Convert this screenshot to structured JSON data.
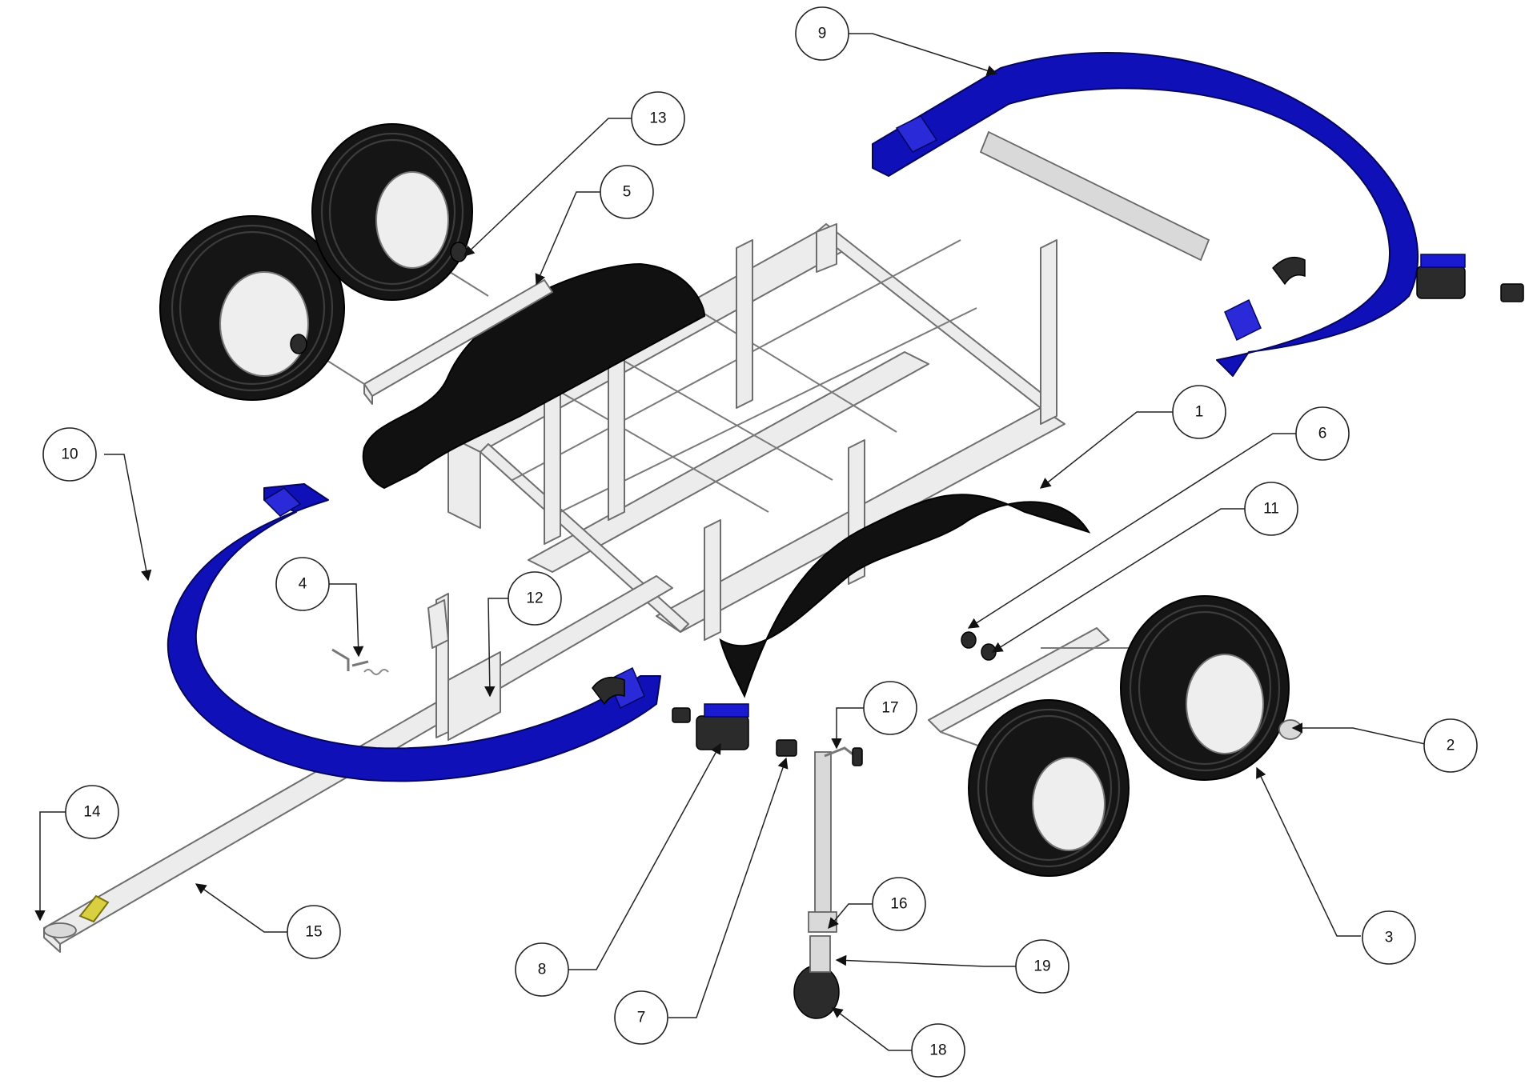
{
  "callouts": [
    {
      "id": "c1",
      "label": "1"
    },
    {
      "id": "c2",
      "label": "2"
    },
    {
      "id": "c3",
      "label": "3"
    },
    {
      "id": "c4",
      "label": "4"
    },
    {
      "id": "c5",
      "label": "5"
    },
    {
      "id": "c6",
      "label": "6"
    },
    {
      "id": "c7",
      "label": "7"
    },
    {
      "id": "c8",
      "label": "8"
    },
    {
      "id": "c9",
      "label": "9"
    },
    {
      "id": "c10",
      "label": "10"
    },
    {
      "id": "c11",
      "label": "11"
    },
    {
      "id": "c12",
      "label": "12"
    },
    {
      "id": "c13",
      "label": "13"
    },
    {
      "id": "c14",
      "label": "14"
    },
    {
      "id": "c15",
      "label": "15"
    },
    {
      "id": "c16",
      "label": "16"
    },
    {
      "id": "c17",
      "label": "17"
    },
    {
      "id": "c18",
      "label": "18"
    },
    {
      "id": "c19",
      "label": "19"
    }
  ],
  "colors": {
    "bumper_blue": "#1010b8",
    "tire_black": "#151515",
    "frame_grey": "#ececec",
    "line": "#222222"
  }
}
